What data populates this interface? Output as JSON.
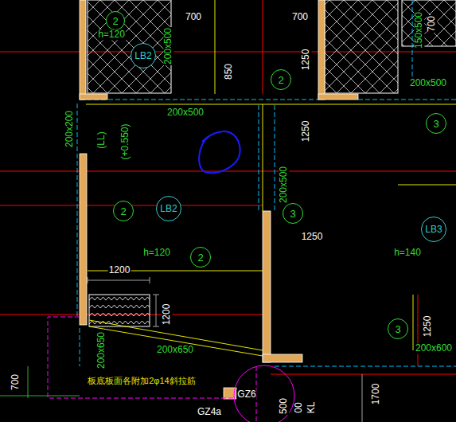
{
  "diagram": {
    "nodes": [
      {
        "text": [
          "2"
        ]
      },
      {
        "text": [
          "LB2"
        ]
      },
      {
        "text": [
          "2"
        ]
      },
      {
        "text": [
          "3"
        ]
      },
      {
        "text": [
          "2"
        ]
      },
      {
        "text": [
          "LB2"
        ]
      },
      {
        "text": [
          "3"
        ]
      },
      {
        "text": [
          "LB3"
        ]
      },
      {
        "text": [
          "2"
        ]
      },
      {
        "text": [
          "3"
        ]
      }
    ],
    "labels": [
      "700",
      "700",
      "700",
      "h=120",
      "200x500",
      "850",
      "1250",
      "150x500",
      "200x500",
      "200x500",
      "200x200",
      "(LL)",
      "(+0.550)",
      "1250",
      "200x500",
      "1250",
      "h=120",
      "h=140",
      "1200",
      "1200",
      "200x650",
      "200x650",
      "1250",
      "200x600",
      "700",
      "板底板面各附加2φ14斜拉筋",
      "GZ6",
      "GZ4a",
      "1700",
      "500",
      "00",
      "KL"
    ]
  }
}
